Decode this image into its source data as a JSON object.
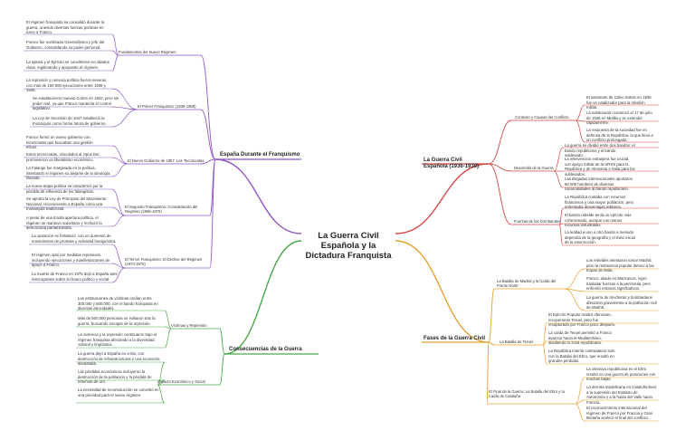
{
  "central_topic": "La Guerra Civil Española y la Dictadura Franquista",
  "colors": {
    "purple": "#8e59c2",
    "orange": "#e6a030",
    "green": "#4ca84c",
    "red": "#d64545",
    "blue": "#3f8ad2",
    "text": "#333333"
  },
  "branches": {
    "espana": {
      "label": "España Durante el Franquismo",
      "subs": [
        {
          "label": "Fundamentos del Nuevo Régimen",
          "items": [
            "El régimen franquista se consolidó durante la guerra, uniendo diversas fuerzas políticas en torno a Franco.",
            "Franco fue nombrado Generalísimo y jefe del Gobierno, consolidando su poder personal.",
            "La Iglesia y el Ejército se convirtieron en aliados clave, legitimando y apoyando el régimen."
          ]
        },
        {
          "label": "El Primer Franquismo (1939-1959)",
          "items": [
            "La represión y censura política fueron severas, con más de 100.000 ejecuciones entre 1939 y 1946.",
            "Se establecieron nuevas Cortes en 1942, pero sin poder real, ya que Franco mantenía el control legislativo.",
            "La Ley de Sucesión de 1947 estableció la monarquía como forma futura de gobierno."
          ]
        },
        {
          "label": "El Nuevo Gobierno de 1957. Los Tecnócratas",
          "items": [
            "Franco formó un nuevo gobierno con tecnócratas que buscaban una gestión eficaz.",
            "Estos tecnócratas, vinculados al Opus Dei, promovieron un liberalismo económico.",
            "La Falange fue marginada en la política, intentando el régimen su alejarse de la ideología fascista."
          ]
        },
        {
          "label": "El Segundo Franquismo: Consolidación del Régimen (1959-1975)",
          "items": [
            "La nueva etapa política se caracterizó por la pérdida de influencia de los falangistas.",
            "Se aprobó la Ley de Principios del Movimiento Nacional, reconociendo a España como una monarquía tradicional.",
            "A pesar de una tímida apertura política, el régimen se mantuvo autoritario y rechazó la democracia parlamentaria."
          ]
        },
        {
          "label": "El Tercer Franquismo: El Declive del Régimen (1973-1975)",
          "items": [
            "La oposición se fortaleció, con un aumento de movimientos de protesta y actividad huelguística.",
            "El régimen optó por medidas represivas, incluyendo ejecuciones y manifestaciones de apoyo a Franco.",
            "La muerte de Franco en 1975 dejó a España ante interrogantes sobre su futuro político y social."
          ]
        }
      ]
    },
    "consecuencias": {
      "label": "Consecuencias de la Guerra",
      "subs": [
        {
          "label": "Víctimas y Represión",
          "items": [
            "Las estimaciones de víctimas oscilan entre 300.000 y 500.000, con el bando franquista en diversas atrocidades.",
            "Más de 500.000 personas se exiliaron tras la guerra, buscando escapar de la represión.",
            "La violencia y la represión continuaron bajo el régimen franquista afectando a la diversidad cultural y lingüística."
          ]
        },
        {
          "label": "Impacto Económico y Social",
          "items": [
            "La guerra dejó a España en crisis, con destrucción de infraestructuras y una economía devastada.",
            "Las pérdidas económicas incluyeron la destrucción de la población y la pérdida de reservas de oro.",
            "La necesidad de reconstrucción se convirtió en una prioridad para el nuevo régimen."
          ]
        }
      ]
    },
    "guerra": {
      "label": "La Guerra Civil Española (1936-1939)",
      "subs": [
        {
          "label": "Contexto y Causas del Conflicto",
          "items": [
            "El asesinato de Calvo Sotelo en 1936 fue un catalizador para la rebelión militar.",
            "La sublevación comenzó el 17 de julio de 1936 en Melilla y se extendió rápidamente.",
            "La respuesta de la sociedad fue en defensa de la República, lo que llevó a un conflicto prolongado."
          ]
        },
        {
          "label": "Desarrollo de la Guerra",
          "items": [
            "La guerra se dividió entre dos bandos: el bando republicano y el bando sublevado.",
            "La intervención extranjera fue crucial, con apoyo militar de la URSS para la República y de Alemania e Italia para los sublevados.",
            "Las Brigadas Internacionales aportaron 60.000 hombres de diversas nacionalidades al bando republicano."
          ]
        },
        {
          "label": "Fuerzas de los Dos Bandos",
          "items": [
            "La República contaba con recursos financieros y una mayor población, pero enfrentaba desventajas militares.",
            "El bando rebelde tenía un ejército más cohesionado, aunque con menos recursos industriales.",
            "La lealtad a uno u otro bando a menudo dependía de la geografía y el éxito inicial de la insurrección."
          ]
        }
      ]
    },
    "fases": {
      "label": "Fases de la Guerra Civil",
      "subs": [
        {
          "label": "La Batalla de Madrid y la Caída del Frente Norte",
          "items": [
            "Los rebeldes intentaron tomar Madrid, pero la resistencia popular detuvo a las tropas de Mola.",
            "Franco, aliado en Marruecos, logró trasladar fuerzas a la península, pero enfrentó retrasos significativos.",
            "La guerra de trincheras y bombardeos afectaron gravemente a la población civil de Madrid."
          ]
        },
        {
          "label": "La Batalla de Teruel",
          "items": [
            "El Ejército Popular realizó ofensivas, recuperando Teruel, pero fue recapturado por Franco poco después.",
            "La caída de Teruel permitió a Franco avanzar hacia el Mediterráneo, dividiendo la zona republicana.",
            "La República intentó contraatacar solo con la Batalla del Ebro, que resultó en grandes pérdidas."
          ]
        },
        {
          "label": "El Final de la Guerra: La Batalla del Ebro y la Caída de Cataluña",
          "items": [
            "La ofensiva republicana en el Ebro resultó en una guerra de posiciones con muchas bajas.",
            "La derrota republicana en Cataluña llevó a la supresión del Estatuto de Autonomía y a la huida del Valle hacia Francia.",
            "El reconocimiento internacional del régimen de Franco por Francia y Gran Bretaña aceleró el final del conflicto."
          ]
        }
      ]
    }
  }
}
